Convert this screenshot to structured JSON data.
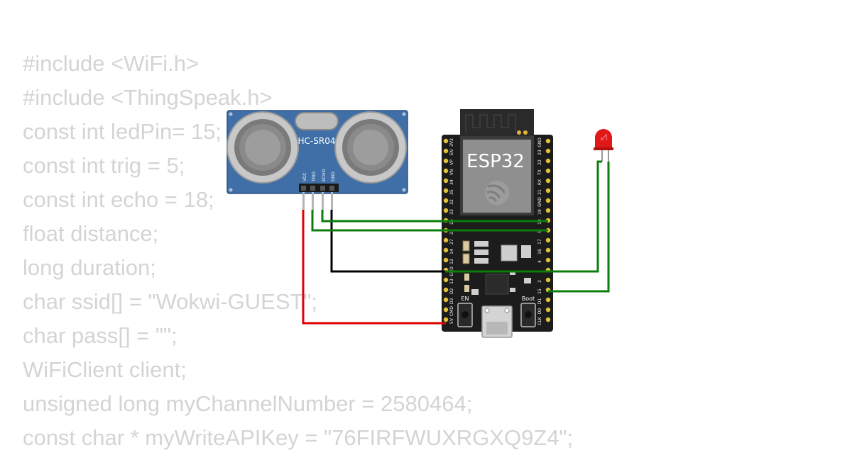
{
  "code": {
    "lines": [
      "#include <WiFi.h>",
      "#include <ThingSpeak.h>",
      "const int ledPin= 15;",
      "const int trig = 5;",
      "const int echo = 18;",
      "float distance;",
      "long duration;",
      "char ssid[] = \"Wokwi-GUEST\";",
      "char pass[] = \"\";",
      "WiFiClient client;",
      "unsigned long myChannelNumber = 2580464;",
      "const char * myWriteAPIKey = \"76FIRFWUXRGXQ9Z4\";"
    ]
  },
  "sensor": {
    "label": "HC-SR04",
    "pins": [
      "VCC",
      "TRIG",
      "ECHO",
      "GND"
    ]
  },
  "esp32": {
    "label": "ESP32",
    "left_pins": [
      "3V3",
      "EN",
      "VP",
      "VN",
      "34",
      "35",
      "32",
      "33",
      "25",
      "26",
      "27",
      "14",
      "12",
      "GND",
      "13",
      "D2",
      "D3",
      "CMD",
      "5V"
    ],
    "right_pins": [
      "GND",
      "23",
      "22",
      "TX",
      "RX",
      "21",
      "GND",
      "19",
      "18",
      "5",
      "17",
      "16",
      "4",
      "0",
      "2",
      "15",
      "D1",
      "D0",
      "CLK"
    ],
    "en_label": "EN",
    "boot_label": "Boot"
  },
  "led": {
    "color": "red"
  },
  "colors": {
    "code_text": "#d4d4d4",
    "wire_power": "#e00000",
    "wire_ground": "#000000",
    "wire_signal": "#0a7d0a",
    "sensor_board": "#3f6fa6",
    "esp32_board": "#1c1c1c",
    "led_red": "#e01818"
  }
}
